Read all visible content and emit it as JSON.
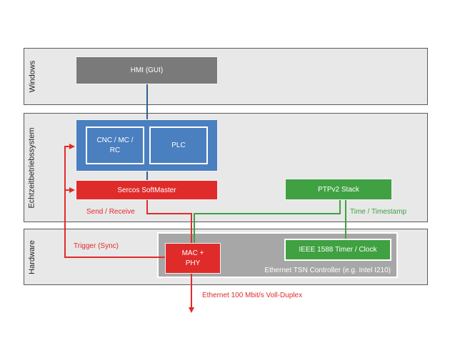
{
  "layers": {
    "windows": "Windows",
    "rtos": "Echtzeitbetriebssystem",
    "hardware": "Hardware"
  },
  "boxes": {
    "hmi": "HMI (GUI)",
    "cnc": "CNC / MC / RC",
    "plc": "PLC",
    "sercos": "Sercos SoftMaster",
    "ptp": "PTPv2 Stack",
    "ieee": "IEEE 1588 Timer / Clock",
    "mac": "MAC + PHY",
    "controller": "Ethernet TSN Controller (e.g. Intel I210)"
  },
  "labels": {
    "send_receive": "Send / Receive",
    "time": "Time / Timestamp",
    "trigger": "Trigger (Sync)",
    "ethernet": "Ethernet 100 Mbit/s Voll-Duplex"
  },
  "colors": {
    "red": "#e02b2b",
    "green": "#3fa142",
    "blue": "#4a7fc0",
    "gray": "#7a7a7a",
    "layer": "#e8e8e8",
    "line_blue": "#2f5f8f"
  }
}
